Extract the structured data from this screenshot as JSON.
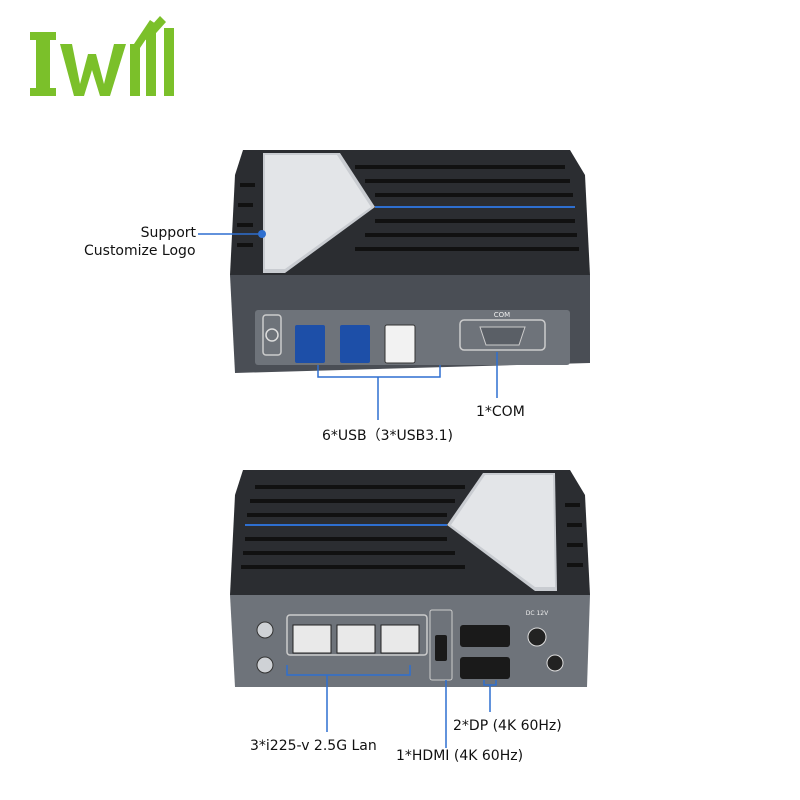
{
  "brand": {
    "logo_text": "IWILL",
    "logo_color": "#7bc02a"
  },
  "top_view": {
    "callouts": {
      "logo_line1": "Support",
      "logo_line2": "Customize Logo",
      "usb": "6*USB（3*USB3.1)",
      "com": "1*COM"
    },
    "port_labels": {
      "com": "COM"
    }
  },
  "bottom_view": {
    "callouts": {
      "lan": "3*i225-v 2.5G Lan",
      "hdmi": "1*HDMI (4K 60Hz)",
      "dp": "2*DP (4K 60Hz)"
    },
    "port_labels": {
      "dc": "DC 12V"
    }
  },
  "colors": {
    "accent_line": "#2e6fd0",
    "chassis": "#4a4e55",
    "panel": "#6e737a"
  }
}
